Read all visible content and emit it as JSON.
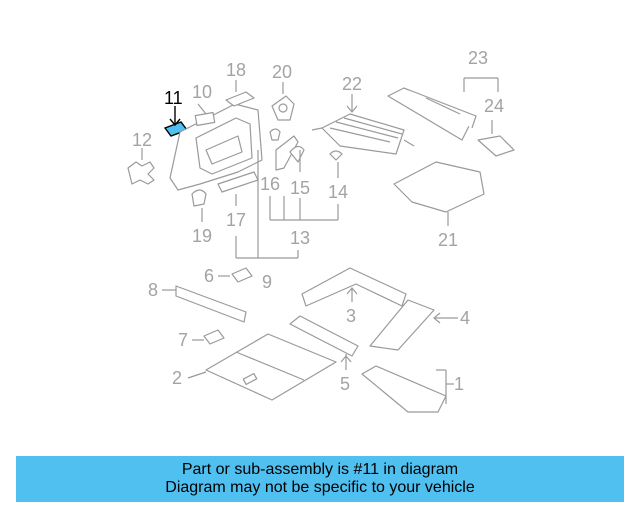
{
  "diagram": {
    "callouts": [
      {
        "id": "1",
        "label": "1"
      },
      {
        "id": "2",
        "label": "2"
      },
      {
        "id": "3",
        "label": "3"
      },
      {
        "id": "4",
        "label": "4"
      },
      {
        "id": "5",
        "label": "5"
      },
      {
        "id": "6",
        "label": "6"
      },
      {
        "id": "7",
        "label": "7"
      },
      {
        "id": "8",
        "label": "8"
      },
      {
        "id": "9",
        "label": "9"
      },
      {
        "id": "10",
        "label": "10"
      },
      {
        "id": "11",
        "label": "11"
      },
      {
        "id": "12",
        "label": "12"
      },
      {
        "id": "13",
        "label": "13"
      },
      {
        "id": "14",
        "label": "14"
      },
      {
        "id": "15",
        "label": "15"
      },
      {
        "id": "16",
        "label": "16"
      },
      {
        "id": "17",
        "label": "17"
      },
      {
        "id": "18",
        "label": "18"
      },
      {
        "id": "19",
        "label": "19"
      },
      {
        "id": "20",
        "label": "20"
      },
      {
        "id": "21",
        "label": "21"
      },
      {
        "id": "22",
        "label": "22"
      },
      {
        "id": "23",
        "label": "23"
      },
      {
        "id": "24",
        "label": "24"
      }
    ],
    "highlighted_part": "11",
    "highlight_color": "#4fc0f0"
  },
  "banner": {
    "line1": "Part or sub-assembly is #11 in diagram",
    "line2": "Diagram may not be specific to your vehicle",
    "background": "#4fc0f0"
  }
}
